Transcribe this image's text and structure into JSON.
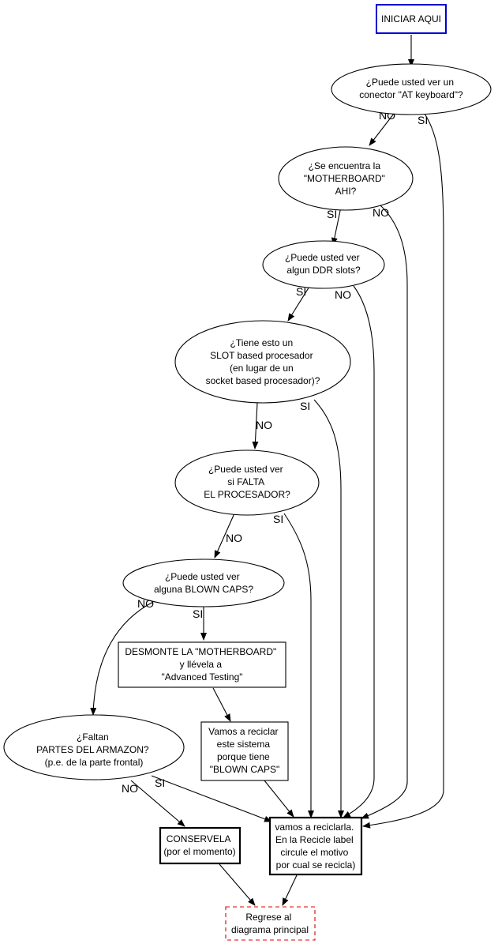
{
  "colors": {
    "start_border": "#0000cc",
    "return_border": "#dd0000",
    "line": "#000000",
    "background": "#ffffff"
  },
  "nodes": {
    "start": [
      "INICIAR AQUI"
    ],
    "q_at_keyboard": [
      "¿Puede usted ver un",
      "conector \"AT keyboard\"?"
    ],
    "q_motherboard": [
      "¿Se encuentra la",
      "\"MOTHERBOARD\"",
      "AHI?"
    ],
    "q_ddr": [
      "¿Puede usted ver",
      "algun DDR slots?"
    ],
    "q_slot": [
      "¿Tiene esto un",
      "SLOT based procesador",
      "(en lugar de un",
      "socket based procesador)?"
    ],
    "q_falta_proc": [
      "¿Puede usted ver",
      "si FALTA",
      "EL PROCESADOR?"
    ],
    "q_blown_caps": [
      "¿Puede usted ver",
      "alguna BLOWN CAPS?"
    ],
    "desmonte": [
      "DESMONTE LA \"MOTHERBOARD\"",
      "y llévela a",
      "\"Advanced Testing\""
    ],
    "recicla_caps": [
      "Vamos a reciclar",
      "este sistema",
      "porque tiene",
      "\"BLOWN CAPS\""
    ],
    "q_armazon": [
      "¿Faltan",
      "PARTES DEL ARMAZON?",
      "(p.e. de la parte frontal)"
    ],
    "conservela": [
      "CONSERVELA",
      "(por el momento)"
    ],
    "reciclarla": [
      "vamos a reciclarla.",
      "En la Recicle label",
      "circule el motivo",
      "por cual se recicla)"
    ],
    "regrese": [
      "Regrese al",
      "diagrama principal"
    ]
  },
  "edge_labels": {
    "at_no": "NO",
    "at_si": "SI",
    "mb_si": "SI",
    "mb_no": "NO",
    "ddr_si": "SI",
    "ddr_no": "NO",
    "slot_no": "NO",
    "slot_si": "SI",
    "falta_no": "NO",
    "falta_si": "SI",
    "caps_no": "NO",
    "caps_si": "SI",
    "arm_no": "NO",
    "arm_si": "SI"
  }
}
